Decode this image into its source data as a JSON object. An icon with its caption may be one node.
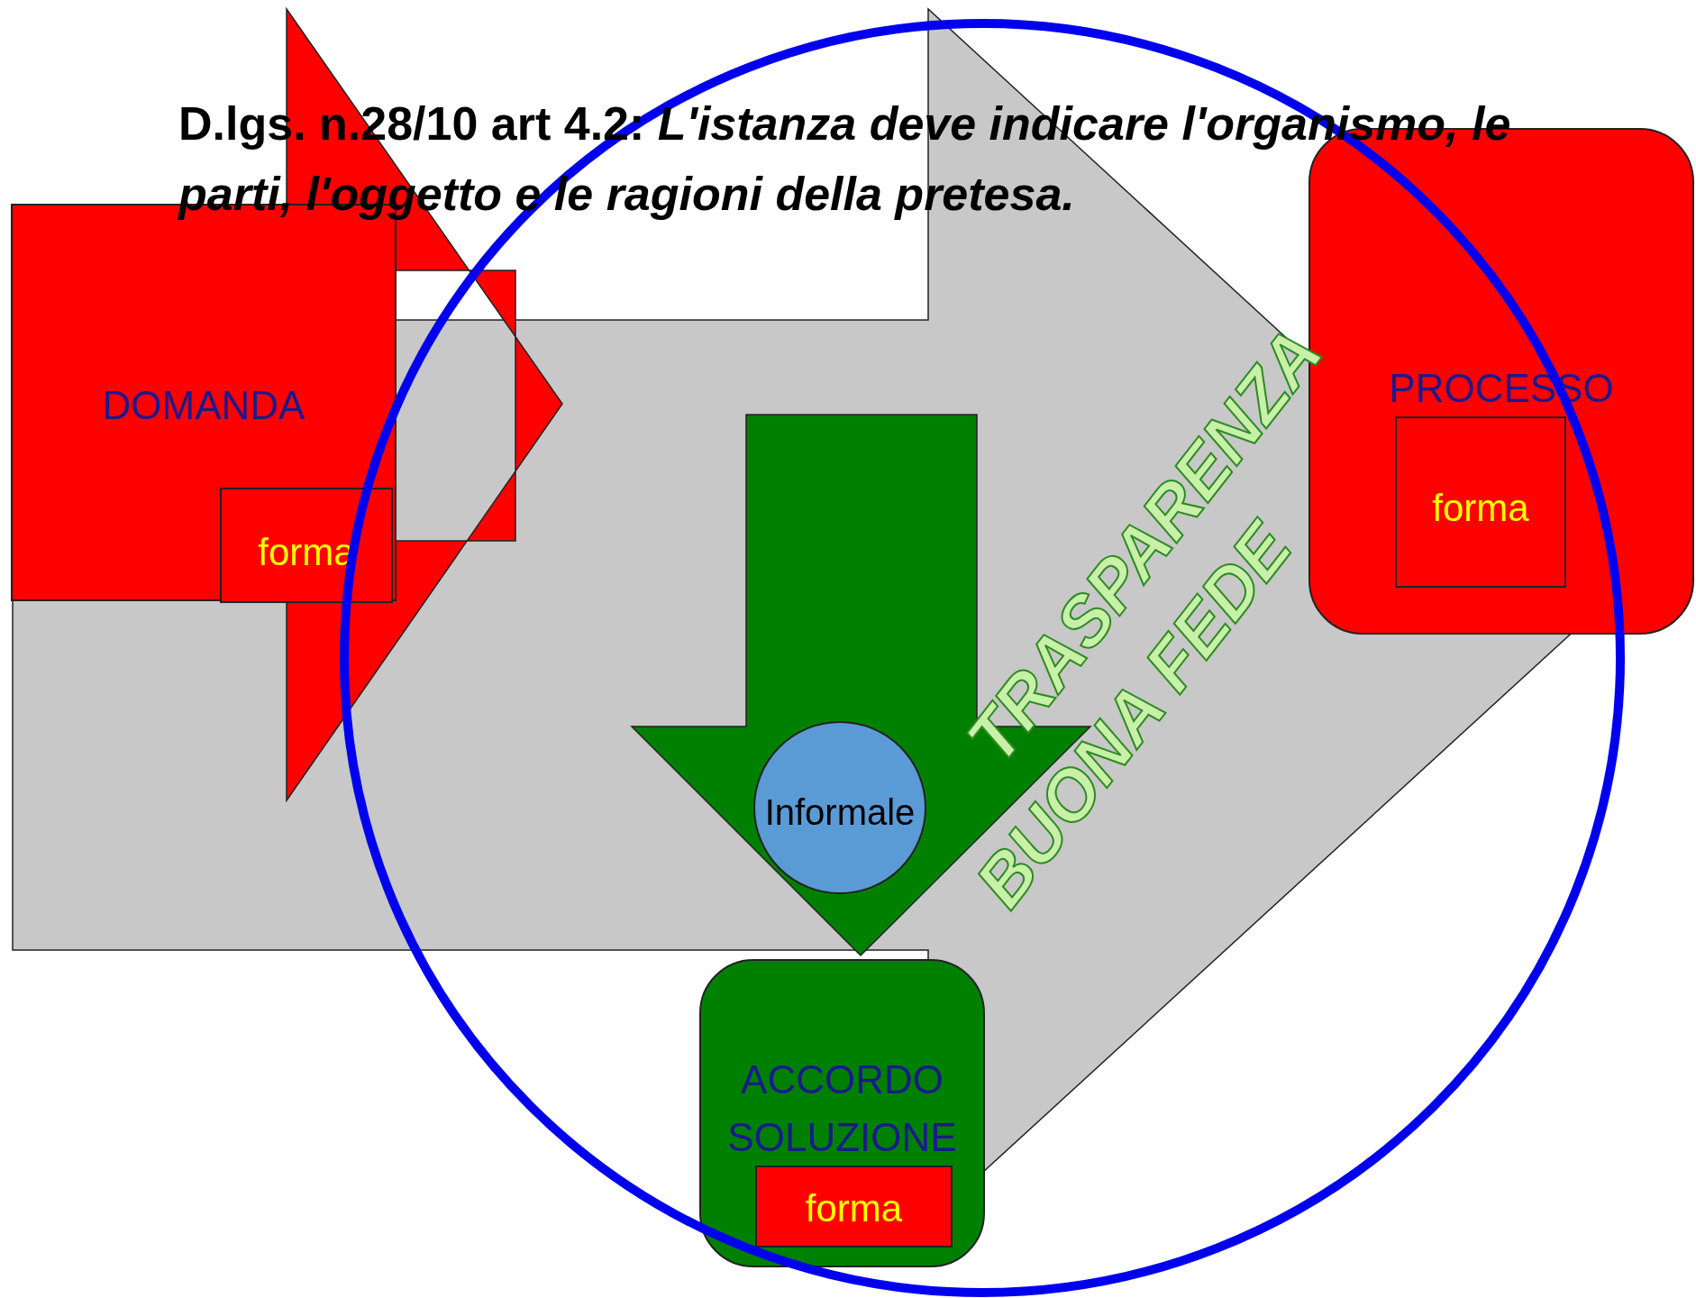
{
  "diagram": {
    "title": "D.lgs. n.28/10 art 4.2: *L'istanza deve indicare l'organismo, le parti, l'oggetto e le ragioni della pretesa.*",
    "nodes": [
      {
        "text": [
          "DOMANDA"
        ]
      },
      {
        "text": [
          "forma"
        ],
        "in": 0
      },
      {
        "text": [
          "PROCESSO"
        ]
      },
      {
        "text": [
          "forma"
        ],
        "in": 2
      },
      {
        "text": [
          "Informale"
        ]
      },
      {
        "text": [
          "ACCORDO SOLUZIONE"
        ]
      },
      {
        "text": [
          "forma"
        ],
        "in": 5
      }
    ],
    "edges": [
      {
        "from": 0,
        "to": 2,
        "arrow": "to",
        "color": "#c8c8c8"
      },
      {
        "from": 0,
        "to": null,
        "arrow": "to",
        "color": "#ff0000"
      },
      {
        "from": null,
        "to": 5,
        "arrow": "to",
        "color": "#008000"
      }
    ],
    "labels": [
      "TRASPARENZA",
      "BUONA FEDE"
    ]
  }
}
